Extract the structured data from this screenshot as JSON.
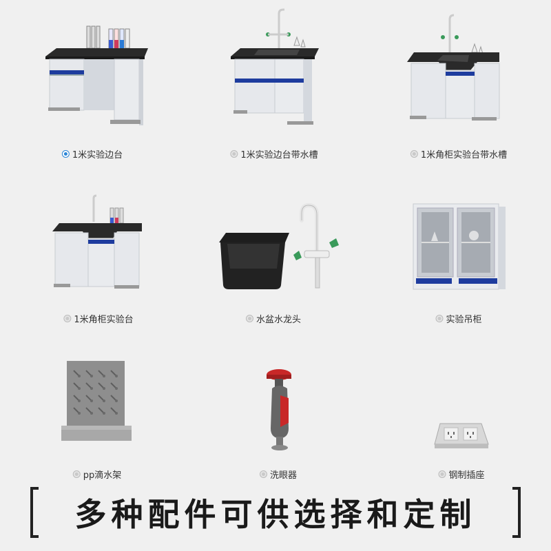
{
  "options": [
    {
      "label": "1米实验边台",
      "selected": true
    },
    {
      "label": "1米实验边台带水槽",
      "selected": false
    },
    {
      "label": "1米角柜实验台带水槽",
      "selected": false
    },
    {
      "label": "1米角柜实验台",
      "selected": false
    },
    {
      "label": "水盆水龙头",
      "selected": false
    },
    {
      "label": "实验吊柜",
      "selected": false
    },
    {
      "label": "pp滴水架",
      "selected": false
    },
    {
      "label": "洗眼器",
      "selected": false
    },
    {
      "label": "钢制插座",
      "selected": false
    }
  ],
  "footer": {
    "text": "多种配件可供选择和定制"
  },
  "colors": {
    "accent": "#2d86d6",
    "cabinet_stripe": "#1e3c9e",
    "countertop": "#2a2a2a"
  }
}
